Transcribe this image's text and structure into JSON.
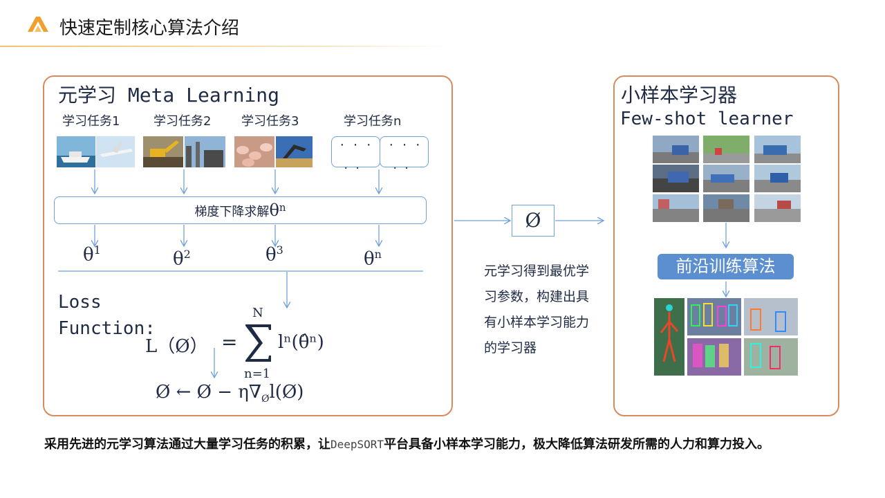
{
  "header": {
    "title": "快速定制核心算法介绍",
    "logo_color": "#f0a030"
  },
  "meta_learning": {
    "title": "元学习 Meta Learning",
    "tasks": [
      {
        "label": "学习任务1"
      },
      {
        "label": "学习任务2"
      },
      {
        "label": "学习任务3"
      },
      {
        "label": "学习任务n"
      }
    ],
    "placeholder_dots": "· · ·",
    "placeholder_dots_small": "· ·",
    "gradient_label": "梯度下降求解",
    "theta_symbol": "θ",
    "theta_sup_top": "n",
    "thetas": [
      {
        "sup": "1"
      },
      {
        "sup": "2"
      },
      {
        "sup": "3"
      },
      {
        "sup": "n"
      }
    ],
    "loss_line1": "Loss",
    "loss_line2": "Function:",
    "formula_lhs": "L（Ø）",
    "formula_eq": "=",
    "formula_sum_top": "N",
    "formula_sum_bottom": "n=1",
    "formula_rhs": "lⁿ(θ̂ⁿ)",
    "update_rule": "Ø ← Ø − η∇",
    "update_sub": "Ø",
    "update_tail": "l(Ø)"
  },
  "middle": {
    "phi": "Ø",
    "description": "元学习得到最优学习参数，构建出具有小样本学习能力的学习器"
  },
  "few_shot": {
    "title_cn": "小样本学习器",
    "title_en": "Few-shot learner",
    "algorithm_label": "前沿训练算法"
  },
  "footer": {
    "part1": "采用先进的元学习算法通过大量学习任务的积累，让",
    "brand": "DeepSORT",
    "part2": "平台具备小样本学习能力，极大降低算法研发所需的人力和算力投入。"
  },
  "colors": {
    "box_border": "#d98a5c",
    "arrow": "#6fa0d8",
    "pill": "#5b8fd0"
  }
}
